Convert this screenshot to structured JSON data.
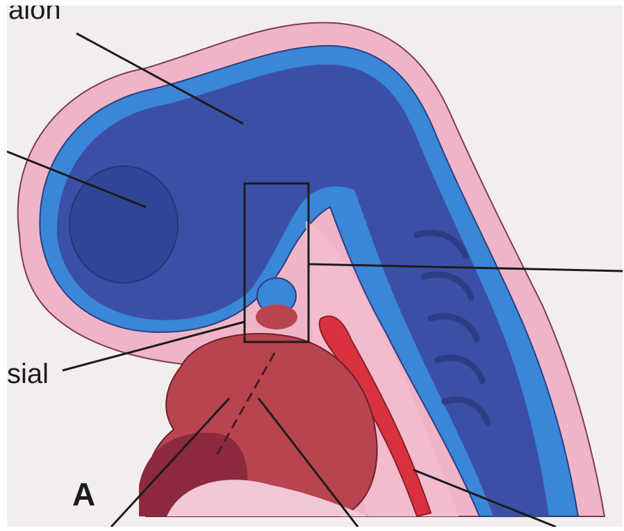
{
  "figure": {
    "panel_letter": "A",
    "labels": {
      "top_left_fragment": "alon",
      "left_fragment": "sial"
    }
  },
  "colors": {
    "background": "#f3eeee",
    "ectoderm_pink": "#f0b4c8",
    "neural_blue_light": "#3a86d8",
    "neural_blue_dark": "#3c4fa6",
    "heart_red": "#b8444f",
    "aorta_red": "#d8323e",
    "leader_line": "#1b1b1b"
  }
}
